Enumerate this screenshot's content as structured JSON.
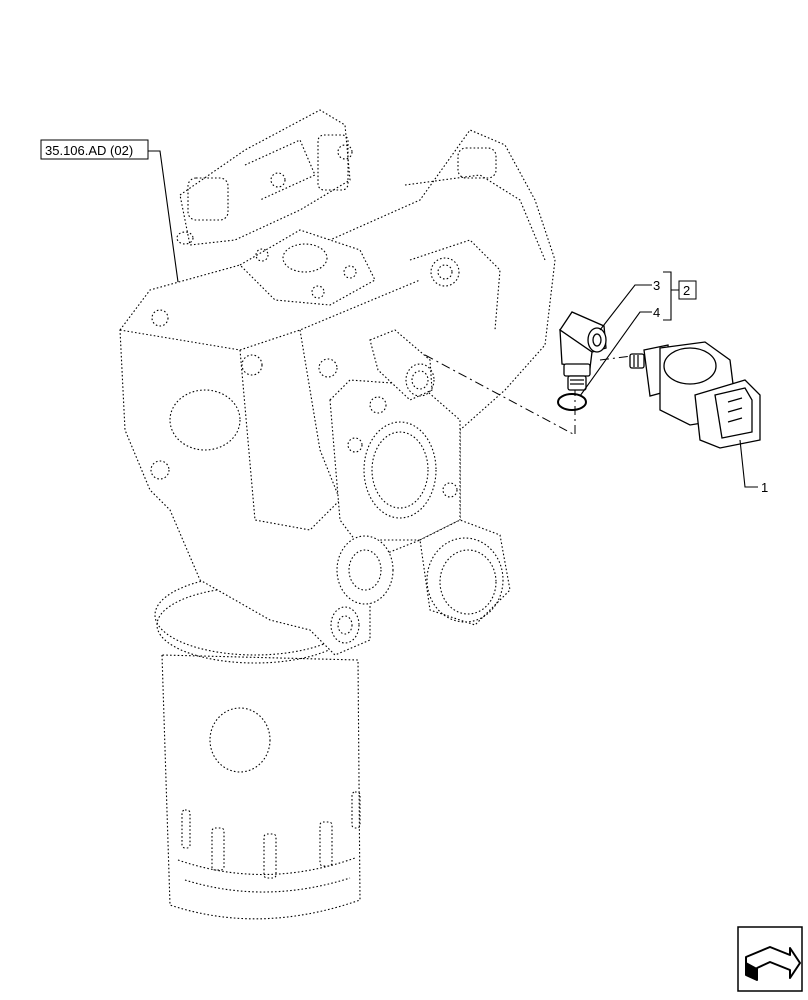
{
  "reference": {
    "text": "35.106.AD (02)"
  },
  "callouts": [
    {
      "id": "1",
      "text": "1"
    },
    {
      "id": "2",
      "text": "2"
    },
    {
      "id": "3",
      "text": "3"
    },
    {
      "id": "4",
      "text": "4"
    }
  ],
  "nav_icon": "next-page-arrow-icon"
}
